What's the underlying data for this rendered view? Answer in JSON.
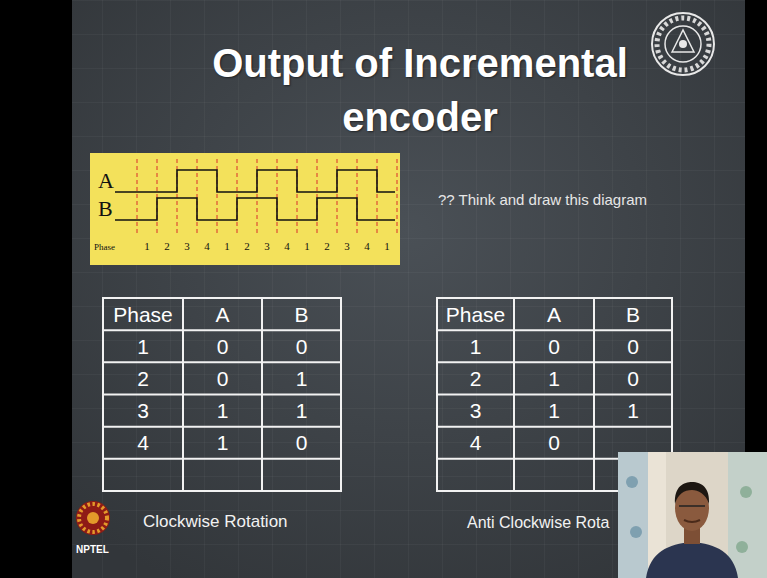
{
  "diagram": {
    "title": "Output of Incremental encoder",
    "nodes": [
      {
        "text": [
          "A",
          "B",
          "Phase",
          "1",
          "2",
          "3",
          "4",
          "1",
          "2",
          "3",
          "4",
          "1",
          "2",
          "3",
          "4",
          "1"
        ]
      }
    ],
    "labels": [
      "?? Think and draw this diagram",
      "Phase",
      "A",
      "B",
      "1",
      "0",
      "0",
      "2",
      "0",
      "1",
      "3",
      "1",
      "1",
      "4",
      "1",
      "0",
      "Clockwise Rotation",
      "Phase",
      "A",
      "B",
      "1",
      "0",
      "0",
      "2",
      "1",
      "0",
      "3",
      "1",
      "1",
      "4",
      "0",
      "Anti Clockwise Rota",
      "NPTEL"
    ]
  }
}
